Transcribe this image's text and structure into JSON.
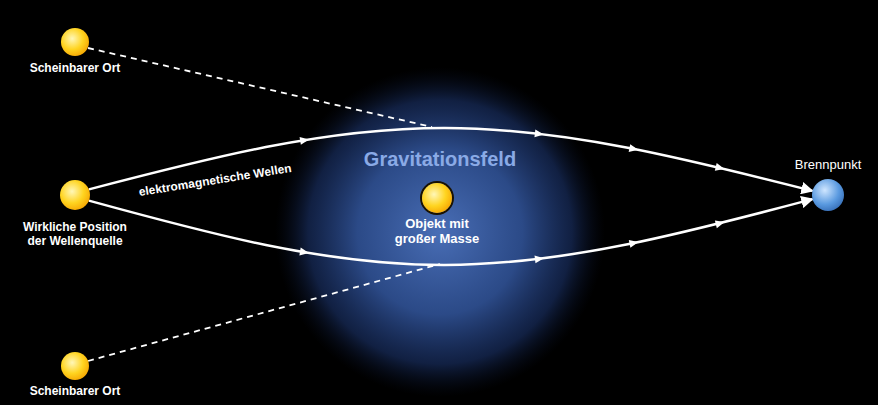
{
  "diagram": {
    "nodes": [
      {
        "text": [
          "Scheinbarer Ort"
        ]
      },
      {
        "text": [
          "Wirkliche Position der Wellenquelle"
        ]
      },
      {
        "text": [
          "Scheinbarer Ort"
        ]
      },
      {
        "text": [
          "Gravitationsfeld"
        ]
      },
      {
        "text": [
          "Objekt mit großer Masse"
        ],
        "in": 3
      },
      {
        "text": [
          "Brennpunkt"
        ]
      }
    ],
    "edges": [
      {
        "from": 1,
        "to": 5,
        "arrow": "to",
        "label": "elektromagnetische Wellen"
      },
      {
        "from": 1,
        "to": 5,
        "arrow": "to"
      }
    ]
  }
}
